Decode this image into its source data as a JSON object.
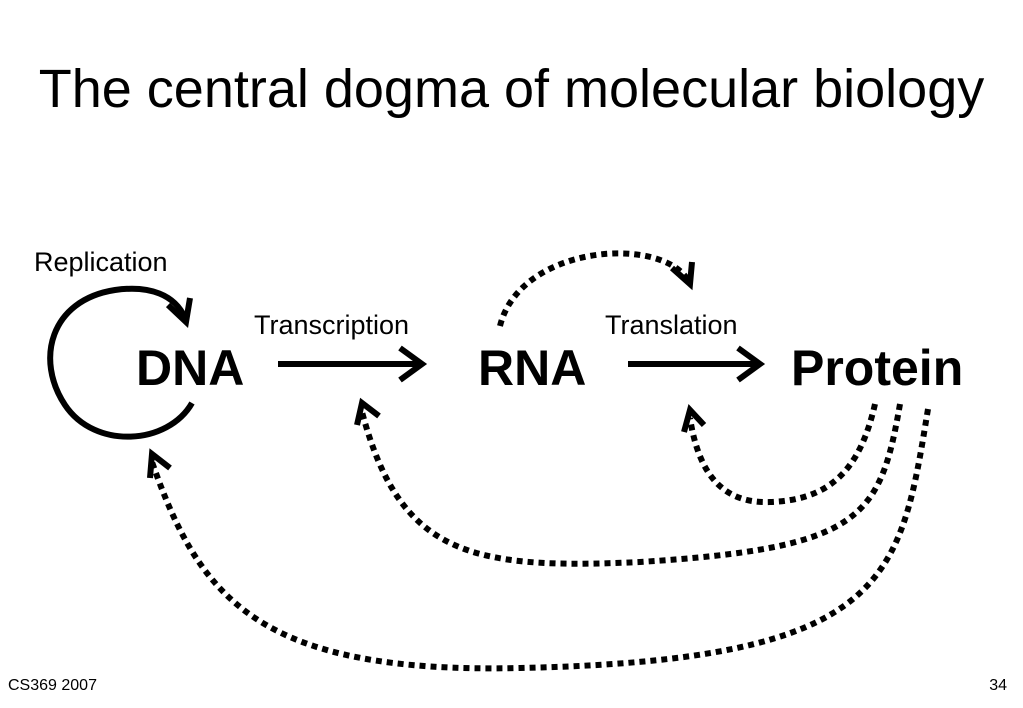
{
  "slide": {
    "title": "The central dogma of molecular biology",
    "footer_left": "CS369 2007",
    "page_number": "34"
  },
  "nodes": {
    "dna": "DNA",
    "rna": "RNA",
    "protein": "Protein"
  },
  "processes": {
    "replication": "Replication",
    "transcription": "Transcription",
    "translation": "Translation"
  }
}
